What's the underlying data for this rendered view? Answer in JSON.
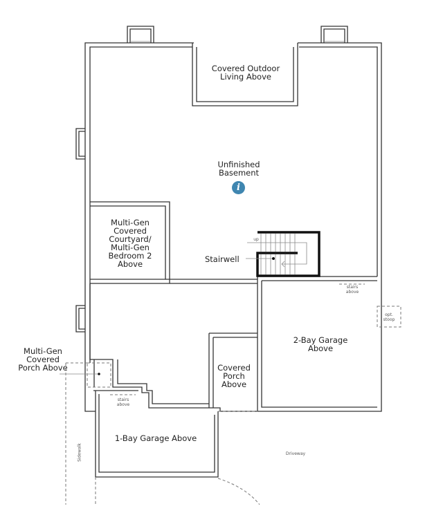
{
  "rooms": {
    "covered_outdoor": "Covered Outdoor Living Above",
    "basement": "Unfinished Basement",
    "courtyard": "Multi-Gen Covered Courtyard/ Multi-Gen Bedroom 2 Above",
    "stairwell": "Stairwell",
    "garage2": "2-Bay Garage Above",
    "porch": "Covered Porch Above",
    "mg_porch": "Multi-Gen Covered Porch Above",
    "garage1": "1-Bay Garage Above"
  },
  "notes": {
    "up": "up",
    "stairs_above_1": "stairs above",
    "stairs_above_2": "stairs above",
    "opt_stoop": "opt. stoop",
    "sidewalk": "Sidewalk",
    "driveway": "Driveway"
  },
  "info_icon": {
    "name": "info-icon",
    "glyph": "i",
    "color": "#3f86b0"
  }
}
